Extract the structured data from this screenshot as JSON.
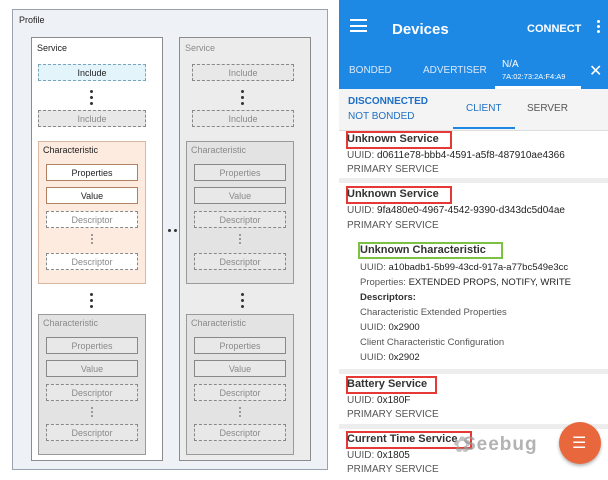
{
  "diagram": {
    "profile_label": "Profile",
    "service_label": "Service",
    "include_label": "Include",
    "characteristic_label": "Characteristic",
    "properties_label": "Properties",
    "value_label": "Value",
    "descriptor_label": "Descriptor"
  },
  "app": {
    "title": "Devices",
    "connect_label": "CONNECT",
    "tabs": [
      {
        "label": "BONDED"
      },
      {
        "label": "ADVERTISER"
      },
      {
        "label": "N/A",
        "sub": "7A:02:73:2A:F4:A9"
      }
    ],
    "status": {
      "state": "DISCONNECTED",
      "bond": "NOT BONDED"
    },
    "subtabs": [
      {
        "label": "CLIENT"
      },
      {
        "label": "SERVER"
      }
    ],
    "colors": {
      "primary": "#1e88e5",
      "highlight_service": "#e53935",
      "highlight_characteristic": "#7cc242",
      "fab": "#e8673c"
    },
    "services": [
      {
        "name": "Unknown Service",
        "uuid_label": "UUID:",
        "uuid": "d0611e78-bbb4-4591-a5f8-487910ae4366",
        "type": "PRIMARY SERVICE"
      },
      {
        "name": "Unknown Service",
        "uuid_label": "UUID:",
        "uuid": "9fa480e0-4967-4542-9390-d343dc5d04ae",
        "type": "PRIMARY SERVICE",
        "characteristic": {
          "name": "Unknown Characteristic",
          "uuid_label": "UUID:",
          "uuid": "a10badb1-5b99-43cd-917a-a77bc549e3cc",
          "properties_label": "Properties:",
          "properties": "EXTENDED PROPS, NOTIFY, WRITE",
          "descriptors_label": "Descriptors:",
          "descriptors": [
            {
              "name": "Characteristic Extended Properties",
              "uuid_label": "UUID:",
              "uuid": "0x2900"
            },
            {
              "name": "Client Characteristic Configuration",
              "uuid_label": "UUID:",
              "uuid": "0x2902"
            }
          ]
        }
      },
      {
        "name": "Battery Service",
        "uuid_label": "UUID:",
        "uuid": "0x180F",
        "type": "PRIMARY SERVICE"
      },
      {
        "name": "Current Time Service",
        "uuid_label": "UUID:",
        "uuid": "0x1805",
        "type": "PRIMARY SERVICE"
      }
    ],
    "watermark": "Seebug"
  }
}
